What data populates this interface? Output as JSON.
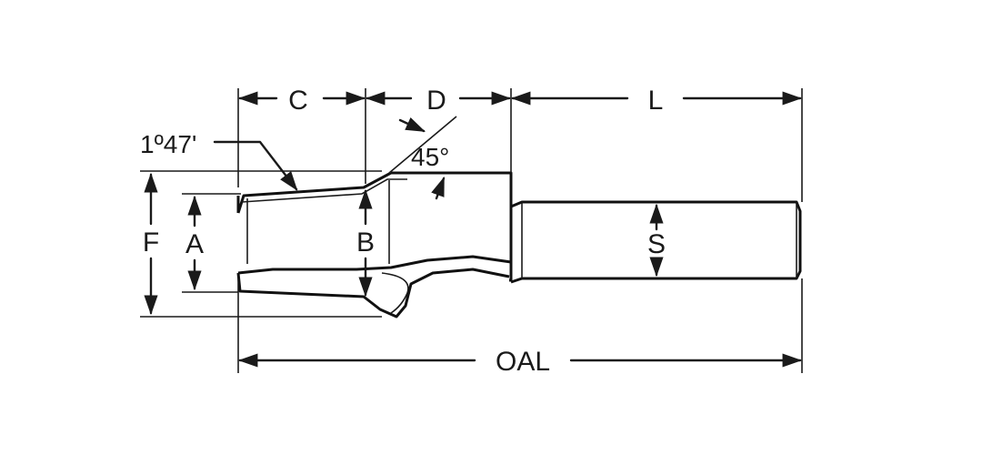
{
  "diagram": {
    "labels": {
      "C": "C",
      "D": "D",
      "L": "L",
      "angle_taper": "1º47'",
      "angle_chamfer": "45°",
      "F": "F",
      "A": "A",
      "B": "B",
      "S": "S",
      "OAL": "OAL"
    },
    "colors": {
      "line": "#1a1a1a",
      "background": "#ffffff"
    }
  }
}
